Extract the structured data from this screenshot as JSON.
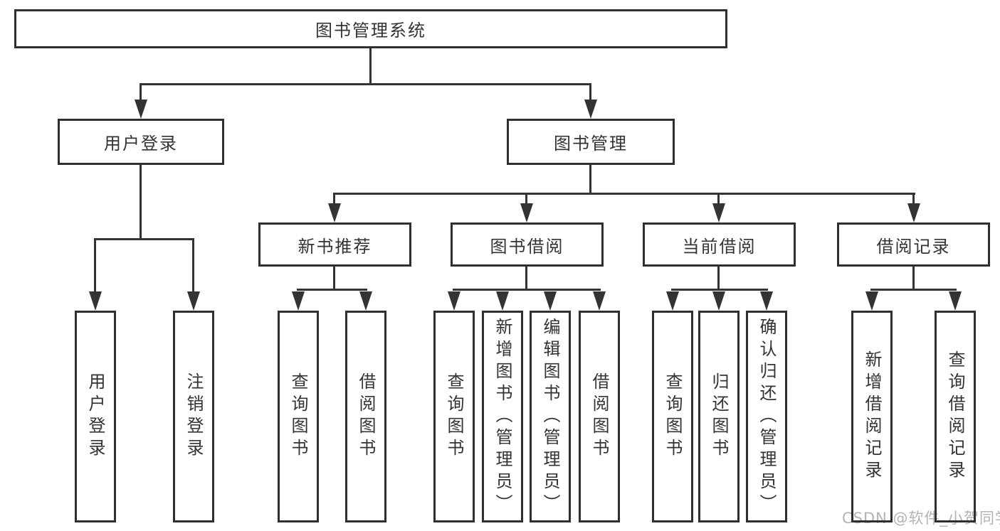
{
  "diagram": {
    "root": {
      "label": "图书管理系统"
    },
    "level2": [
      {
        "label": "用户登录"
      },
      {
        "label": "图书管理"
      }
    ],
    "level3": [
      {
        "label": "新书推荐"
      },
      {
        "label": "图书借阅"
      },
      {
        "label": "当前借阅"
      },
      {
        "label": "借阅记录"
      }
    ],
    "leaves": [
      {
        "label": "用户登录"
      },
      {
        "label": "注销登录"
      },
      {
        "label": "查询图书"
      },
      {
        "label": "借阅图书"
      },
      {
        "label": "查询图书"
      },
      {
        "label": "新增图书（管理员）"
      },
      {
        "label": "编辑图书（管理员）"
      },
      {
        "label": "借阅图书"
      },
      {
        "label": "查询图书"
      },
      {
        "label": "归还图书"
      },
      {
        "label": "确认归还（管理员）"
      },
      {
        "label": "新增借阅记录"
      },
      {
        "label": "查询借阅记录"
      }
    ],
    "colors": {
      "line": "#333333",
      "border": "#2f2f2f",
      "text": "#333333",
      "background": "#ffffff",
      "watermark": "#b3b3b3"
    }
  },
  "watermark": {
    "text": "CSDN @软件_小贺同学"
  }
}
